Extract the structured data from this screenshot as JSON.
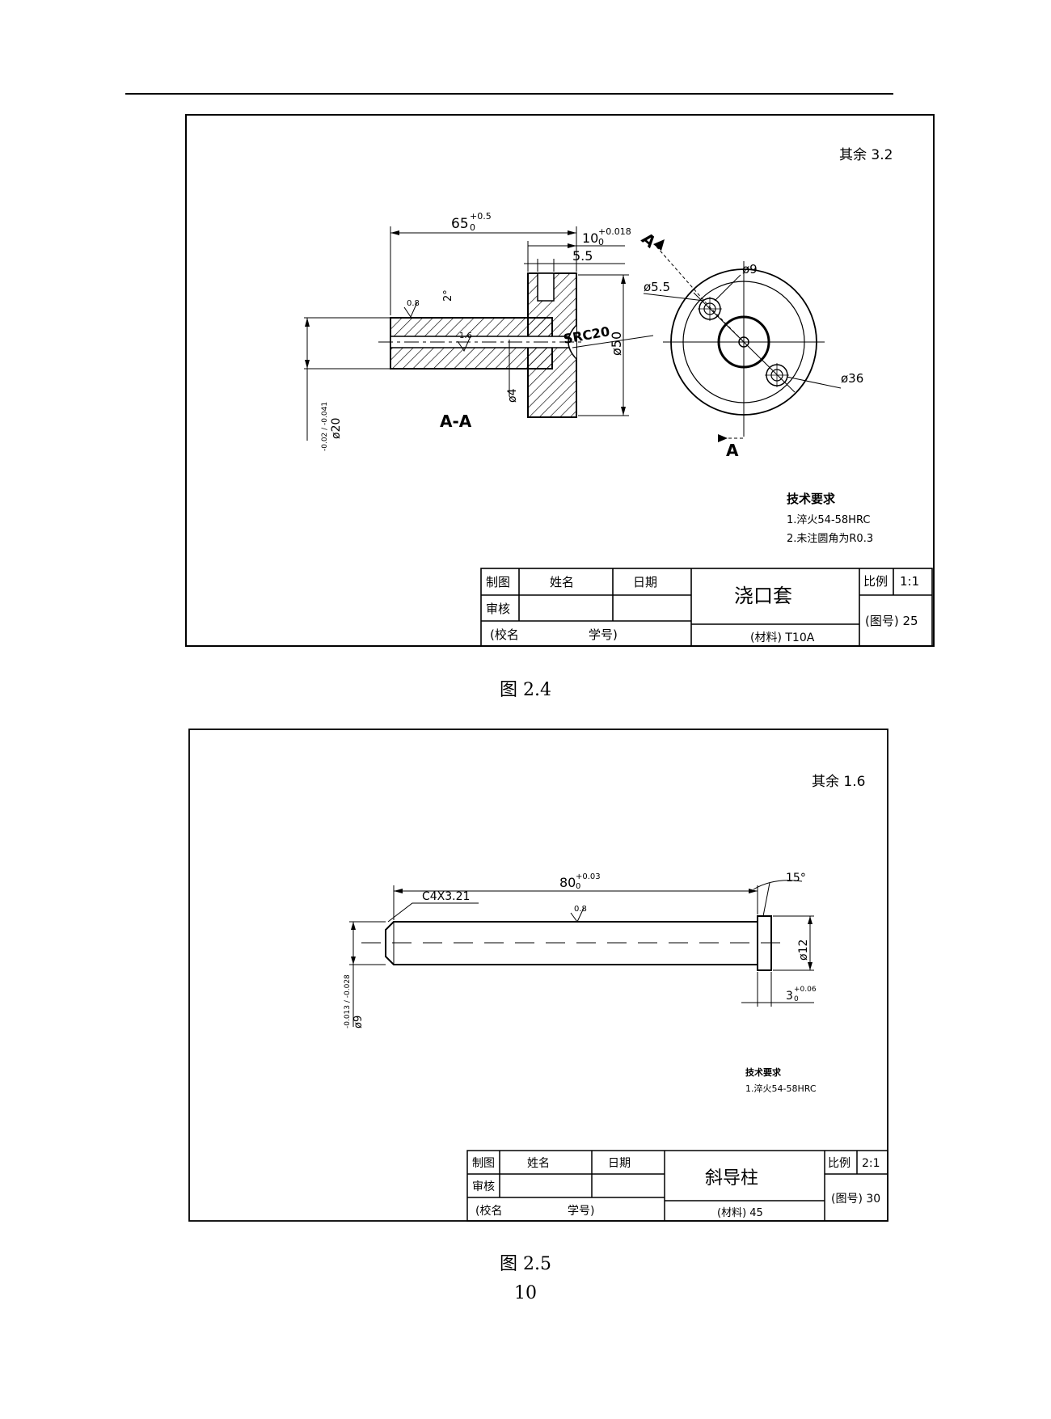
{
  "fig1": {
    "caption": "图 2.4",
    "surface_note": "其余 3.2",
    "dims": {
      "length": "65",
      "length_tol": "+0.5",
      "length_tol_low": "0",
      "flange": "10",
      "flange_tol": "+0.018",
      "flange_tol_low": "0",
      "step": "5.5",
      "hole_small": "ø5.5",
      "hole_9": "ø9",
      "dia50": "ø50",
      "src": "SRC20",
      "dia4": "ø4",
      "dia36": "ø36",
      "dia20": "ø20",
      "dia20_tol": "-0.02 / -0.041",
      "angle": "2°",
      "rough_a": "0.8",
      "rough_b": "1.6"
    },
    "section_label": "A-A",
    "section_marker": "A",
    "tech_req": {
      "title": "技术要求",
      "items": [
        "1.淬火54-58HRC",
        "2.未注圆角为R0.3"
      ]
    },
    "title_block": {
      "draw": "制图",
      "name": "姓名",
      "date": "日期",
      "check": "审核",
      "school": "(校名",
      "student_no": "学号)",
      "part_name": "浇口套",
      "scale_label": "比例",
      "scale": "1:1",
      "material": "(材料) T10A",
      "drawing_no": "(图号) 25"
    }
  },
  "fig2": {
    "caption": "图 2.5",
    "surface_note": "其余 1.6",
    "dims": {
      "length": "80",
      "length_tol": "+0.03",
      "length_tol_low": "0",
      "chamfer": "C4X3.21",
      "rough": "0.8",
      "angle": "15°",
      "dia12": "ø12",
      "head": "3",
      "head_tol": "+0.06",
      "head_tol_low": "0",
      "dia9": "ø9",
      "dia9_tol": "-0.013 / -0.028"
    },
    "tech_req": {
      "title": "技术要求",
      "items": [
        "1.淬火54-58HRC"
      ]
    },
    "title_block": {
      "draw": "制图",
      "name": "姓名",
      "date": "日期",
      "check": "审核",
      "school": "(校名",
      "student_no": "学号)",
      "part_name": "斜导柱",
      "scale_label": "比例",
      "scale": "2:1",
      "material": "(材料) 45",
      "drawing_no": "(图号) 30"
    }
  },
  "page_number": "10"
}
